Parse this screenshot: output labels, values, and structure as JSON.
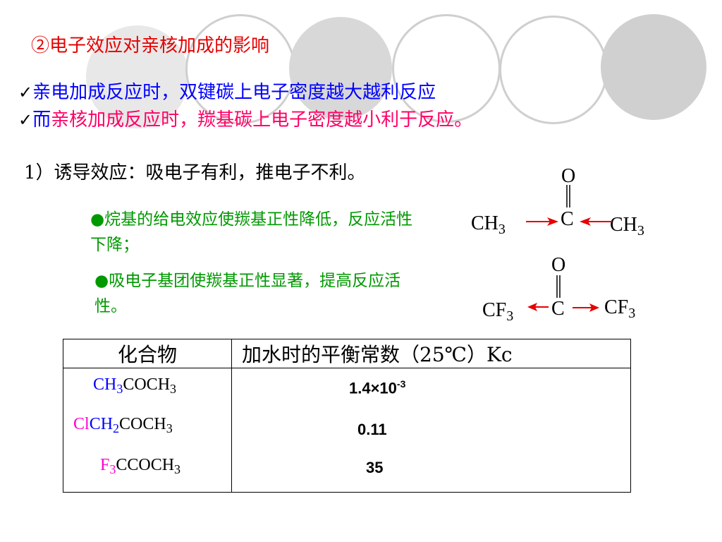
{
  "title": "②电子效应对亲核加成的影响",
  "line1": "亲电加成反应时，双键碳上电子密度越大越利反应",
  "line2_prefix": "而",
  "line2_rest": "亲核加成反应时，羰基碳上电子密度越小利于反应。",
  "check_mark": "✓",
  "point1": "1）诱导效应：吸电子有利，推电子不利。",
  "bullet_char": "●",
  "bullet1": "烷基的给电效应使羰基正性降低，反应活性下降；",
  "bullet2": "吸电子基团使羰基正性显著，提高反应活性。",
  "mol1": {
    "o": "O",
    "c": "C",
    "left_sym": "CH",
    "left_sub": "3",
    "right_sym": "CH",
    "right_sub": "3"
  },
  "mol2": {
    "o": "O",
    "c": "C",
    "left_sym": "CF",
    "left_sub": "3",
    "right_sym": "CF",
    "right_sub": "3"
  },
  "table": {
    "header_compound": "化合物",
    "header_kc": "加水时的平衡常数（25℃）Kc",
    "rows": [
      {
        "c1": "CH",
        "s1": "3",
        "c2": "COCH",
        "s2": "3",
        "kc": "1.4×10",
        "kc_exp": "-3"
      },
      {
        "cl": "Cl",
        "c1": "CH",
        "s1": "2",
        "c2": "COCH",
        "s2": "3",
        "kc": "0.11"
      },
      {
        "f": "F",
        "fs": "3",
        "c2": "CCOCH",
        "s2": "3",
        "kc": "35"
      }
    ]
  },
  "colors": {
    "title": "#e60000",
    "blue_text": "#0000ff",
    "magenta_text": "#ff0066",
    "green_text": "#009900",
    "pink_text": "#ff00cc",
    "arrow": "#e60000",
    "circle_fill": "#d6d6d6",
    "circle_stroke": "#b8b8b8"
  }
}
